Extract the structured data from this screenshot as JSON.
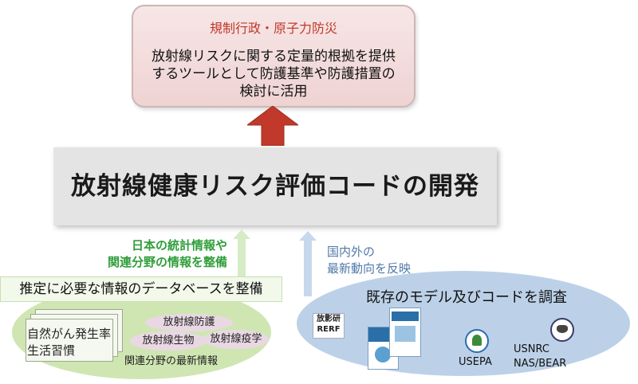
{
  "top": {
    "title": "規制行政・原子力防災",
    "body_lines": [
      "放射線リスクに関する定量的根拠を提供",
      "するツールとして防護基準や防護措置の",
      "検討に活用"
    ]
  },
  "main": {
    "title": "放射線健康リスク評価コードの開発"
  },
  "left_note": {
    "line1": "日本の統計情報や",
    "line2": "関連分野の情報を整備"
  },
  "right_note": {
    "line1": "国内外の",
    "line2": "最新動向を反映"
  },
  "left_area": {
    "header": "推定に必要な情報のデータベースを整備",
    "doc_lines": [
      "自然がん発生率",
      "生活習慣"
    ],
    "pills": [
      "放射線防護",
      "放射線生物",
      "放射線疫学"
    ],
    "caption": "関連分野の最新情報"
  },
  "right_area": {
    "title": "既存のモデル及びコードを調査",
    "rerf_lines": [
      "放影研",
      "RERF"
    ],
    "usepa": "USEPA",
    "usnrc": "USNRC",
    "nasbear": "NAS/BEAR"
  },
  "colors": {
    "top_title": "#c0392b",
    "left_note": "#2f9e3a",
    "right_note": "#5079a8",
    "red_arrow": "#c0392b",
    "green_arrow": "#d6ecc6",
    "blue_arrow": "#c8d8ec"
  }
}
